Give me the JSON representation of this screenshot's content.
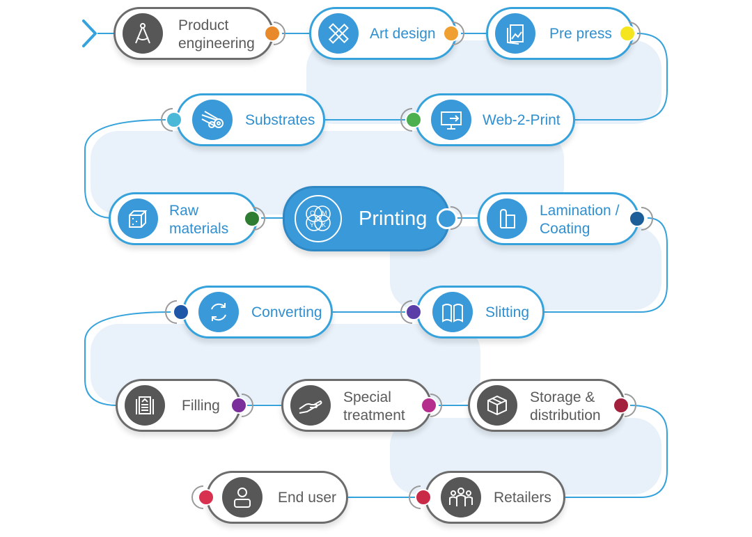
{
  "colors": {
    "blue": "#3a9ad9",
    "gray": "#575757",
    "line": "#35a2dc",
    "band": "#dce9f7"
  },
  "steps": [
    {
      "label": "Product\nengineering",
      "style": "gray",
      "icon": "compass-icon",
      "dot_color": "#e8892a"
    },
    {
      "label": "Art design",
      "style": "blue",
      "icon": "pencil-ruler-icon",
      "dot_color": "#f0a030"
    },
    {
      "label": "Pre press",
      "style": "blue",
      "icon": "image-pages-icon",
      "dot_color": "#f4e51e"
    },
    {
      "label": "Web-2-Print",
      "style": "blue",
      "icon": "monitor-icon",
      "dot_color": "#4caf50"
    },
    {
      "label": "Substrates",
      "style": "blue",
      "icon": "rolls-icon",
      "dot_color": "#4cb8d8"
    },
    {
      "label": "Raw\nmaterials",
      "style": "blue",
      "icon": "cubes-icon",
      "dot_color": "#2e7d32"
    },
    {
      "label": "Printing",
      "style": "center",
      "icon": "cmyk-icon",
      "dot_color": "#3a9ad9",
      "cmyk": [
        "C",
        "M",
        "Y",
        "K"
      ]
    },
    {
      "label": "Lamination /\nCoating",
      "style": "blue",
      "icon": "roll-sheet-icon",
      "dot_color": "#1d5e99"
    },
    {
      "label": "Slitting",
      "style": "blue",
      "icon": "slitting-icon",
      "dot_color": "#5b3fa8"
    },
    {
      "label": "Converting",
      "style": "blue",
      "icon": "cycle-arrows-icon",
      "dot_color": "#1e56a8"
    },
    {
      "label": "Filling",
      "style": "gray",
      "icon": "document-icon",
      "dot_color": "#7b2f9a"
    },
    {
      "label": "Special\ntreatment",
      "style": "gray",
      "icon": "hand-icon",
      "dot_color": "#b52d8d"
    },
    {
      "label": "Storage &\ndistribution",
      "style": "gray",
      "icon": "box-icon",
      "dot_color": "#a3213d"
    },
    {
      "label": "Retailers",
      "style": "gray",
      "icon": "people-icon",
      "dot_color": "#c82a48"
    },
    {
      "label": "End user",
      "style": "gray",
      "icon": "user-icon",
      "dot_color": "#d8304f"
    }
  ]
}
